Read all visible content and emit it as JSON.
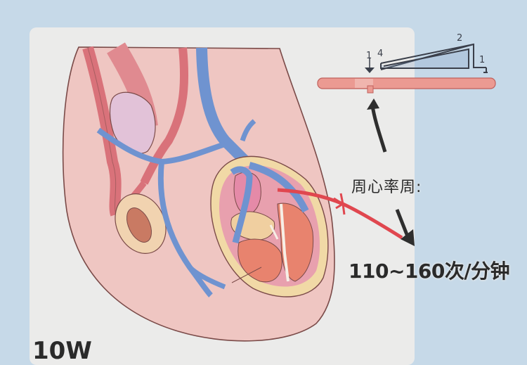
{
  "illustration": {
    "subject": "fetal heart anatomy with umbilical vessels",
    "heart_rate_label": "周心率周:",
    "heart_rate_value": "110~160次/分钟",
    "gestational_week": "10W",
    "ruler_numbers": [
      "1",
      "4",
      "2",
      "1"
    ]
  },
  "colors": {
    "background": "#c6d9e8",
    "card": "#ebebea",
    "body_pink": "#efc6c2",
    "outline": "#7a4a48",
    "vein_blue": "#6f93d0",
    "artery_red": "#d9727a",
    "heart_orange": "#e8836e",
    "heart_pink": "#e58aa8",
    "pericardium_yellow": "#f1d9a6",
    "pointer_red": "#e0474f",
    "arrow_dark": "#2e2e2e",
    "text_dark": "#2a2a2a"
  }
}
